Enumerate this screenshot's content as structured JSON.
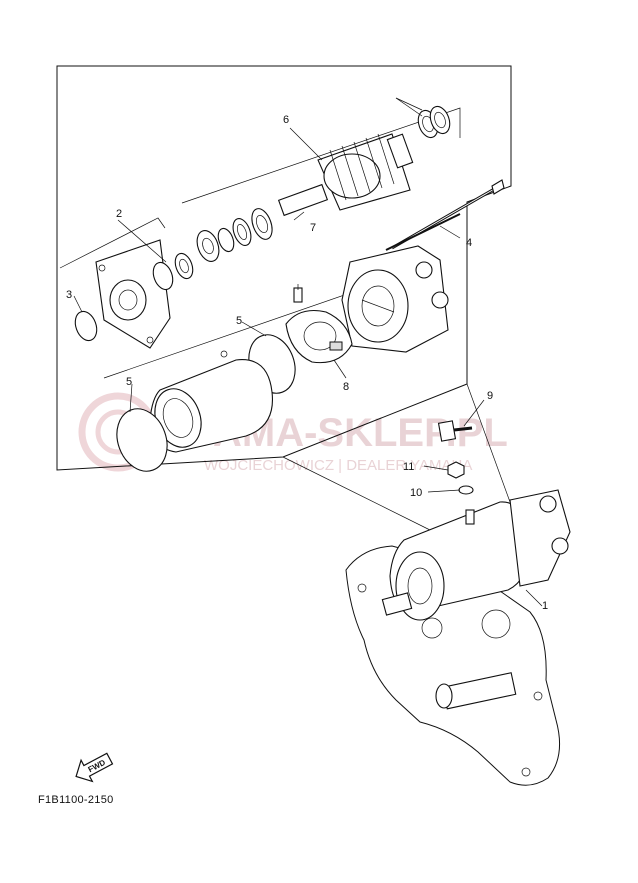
{
  "diagram_code": "F1B1100-2150",
  "fwd_label": "FWD",
  "watermark": {
    "main": "YAMA-SKLEP.PL",
    "sub": "WOJCIECHOWICZ | DEALER YAMAHA"
  },
  "callouts": [
    "1",
    "2",
    "3",
    "4",
    "5",
    "5",
    "6",
    "7",
    "8",
    "9",
    "10",
    "11"
  ]
}
